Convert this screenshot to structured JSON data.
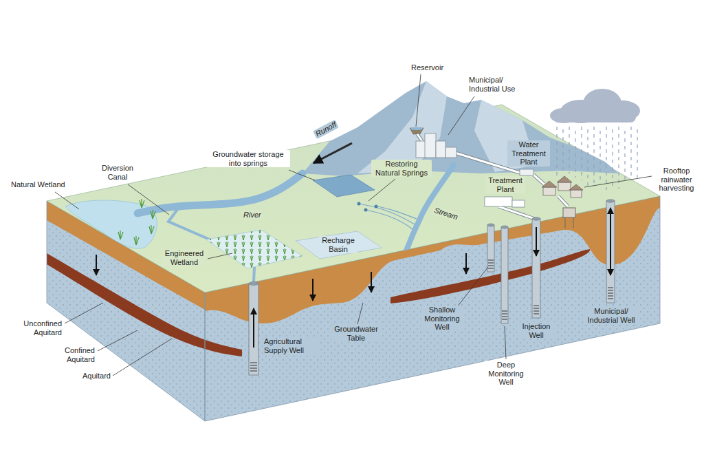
{
  "diagram": {
    "labels": [
      "Reservoir",
      "Municipal/ Industrial Use",
      "Water Treatment Plant",
      "Rooftop rainwater harvesting",
      "Runoff",
      "Diversion Canal",
      "Natural Wetland",
      "Groundwater storage into springs",
      "Restoring Natural Springs",
      "Stream",
      "Treatment Plant",
      "River",
      "Engineered Wetland",
      "Recharge Basin",
      "Groundwater Table",
      "Shallow Monitoring Well",
      "Deep Monitoring Well",
      "Injection Well",
      "Municipal/ Industrial Well",
      "Unconfined Aquitard",
      "Confined Aquitard",
      "Aquitard",
      "Agricultural Supply Well"
    ]
  }
}
